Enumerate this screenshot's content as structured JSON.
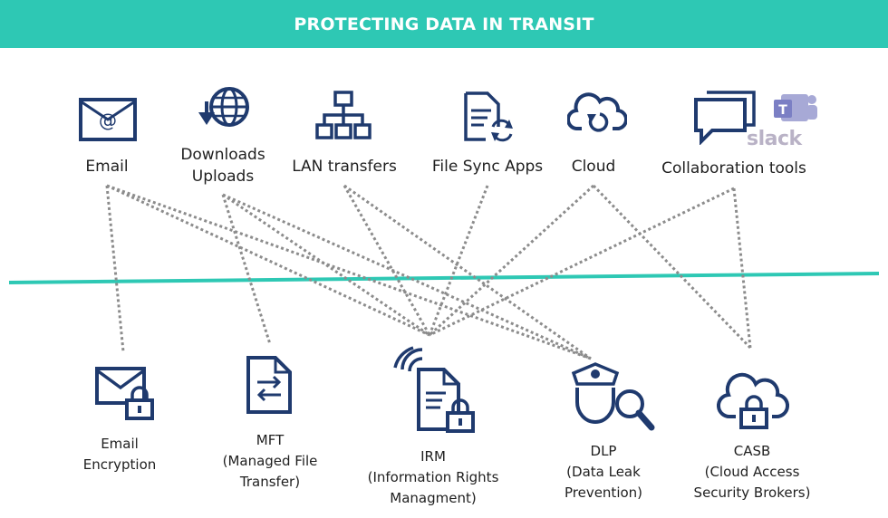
{
  "title": "PROTECTING DATA IN TRANSIT",
  "colors": {
    "banner": "#2ec8b4",
    "divider": "#2ec8b4",
    "icon": "#1f3a6e",
    "connector": "#8c8c8c"
  },
  "sources": [
    {
      "id": "email",
      "lines": [
        "Email"
      ],
      "icon": "envelope-at-icon"
    },
    {
      "id": "downloads-uploads",
      "lines": [
        "Downloads",
        "Uploads"
      ],
      "icon": "globe-download-icon"
    },
    {
      "id": "lan-transfers",
      "lines": [
        "LAN transfers"
      ],
      "icon": "network-hierarchy-icon"
    },
    {
      "id": "file-sync-apps",
      "lines": [
        "File Sync Apps"
      ],
      "icon": "file-sync-icon"
    },
    {
      "id": "cloud",
      "lines": [
        "Cloud"
      ],
      "icon": "cloud-sync-icon"
    },
    {
      "id": "collaboration-tools",
      "lines": [
        "Collaboration tools"
      ],
      "icon": "chat-bubbles-icon",
      "logo_text": "slack"
    }
  ],
  "controls": [
    {
      "id": "email-encryption",
      "lines": [
        "Email",
        "Encryption"
      ],
      "icon": "envelope-lock-icon"
    },
    {
      "id": "mft",
      "lines": [
        "MFT",
        "(Managed File",
        "Transfer)"
      ],
      "icon": "file-transfer-icon"
    },
    {
      "id": "irm",
      "lines": [
        "IRM",
        "(Information Rights",
        "Managment)"
      ],
      "icon": "document-lock-signal-icon"
    },
    {
      "id": "dlp",
      "lines": [
        "DLP",
        "(Data Leak",
        "Prevention)"
      ],
      "icon": "police-search-icon"
    },
    {
      "id": "casb",
      "lines": [
        "CASB",
        "(Cloud Access",
        "Security Brokers)"
      ],
      "icon": "cloud-lock-icon"
    }
  ],
  "connections": [
    [
      "email",
      "email-encryption"
    ],
    [
      "email",
      "irm"
    ],
    [
      "email",
      "dlp"
    ],
    [
      "downloads-uploads",
      "mft"
    ],
    [
      "downloads-uploads",
      "irm"
    ],
    [
      "downloads-uploads",
      "dlp"
    ],
    [
      "lan-transfers",
      "irm"
    ],
    [
      "lan-transfers",
      "dlp"
    ],
    [
      "file-sync-apps",
      "irm"
    ],
    [
      "cloud",
      "irm"
    ],
    [
      "cloud",
      "casb"
    ],
    [
      "collaboration-tools",
      "irm"
    ],
    [
      "collaboration-tools",
      "casb"
    ]
  ]
}
